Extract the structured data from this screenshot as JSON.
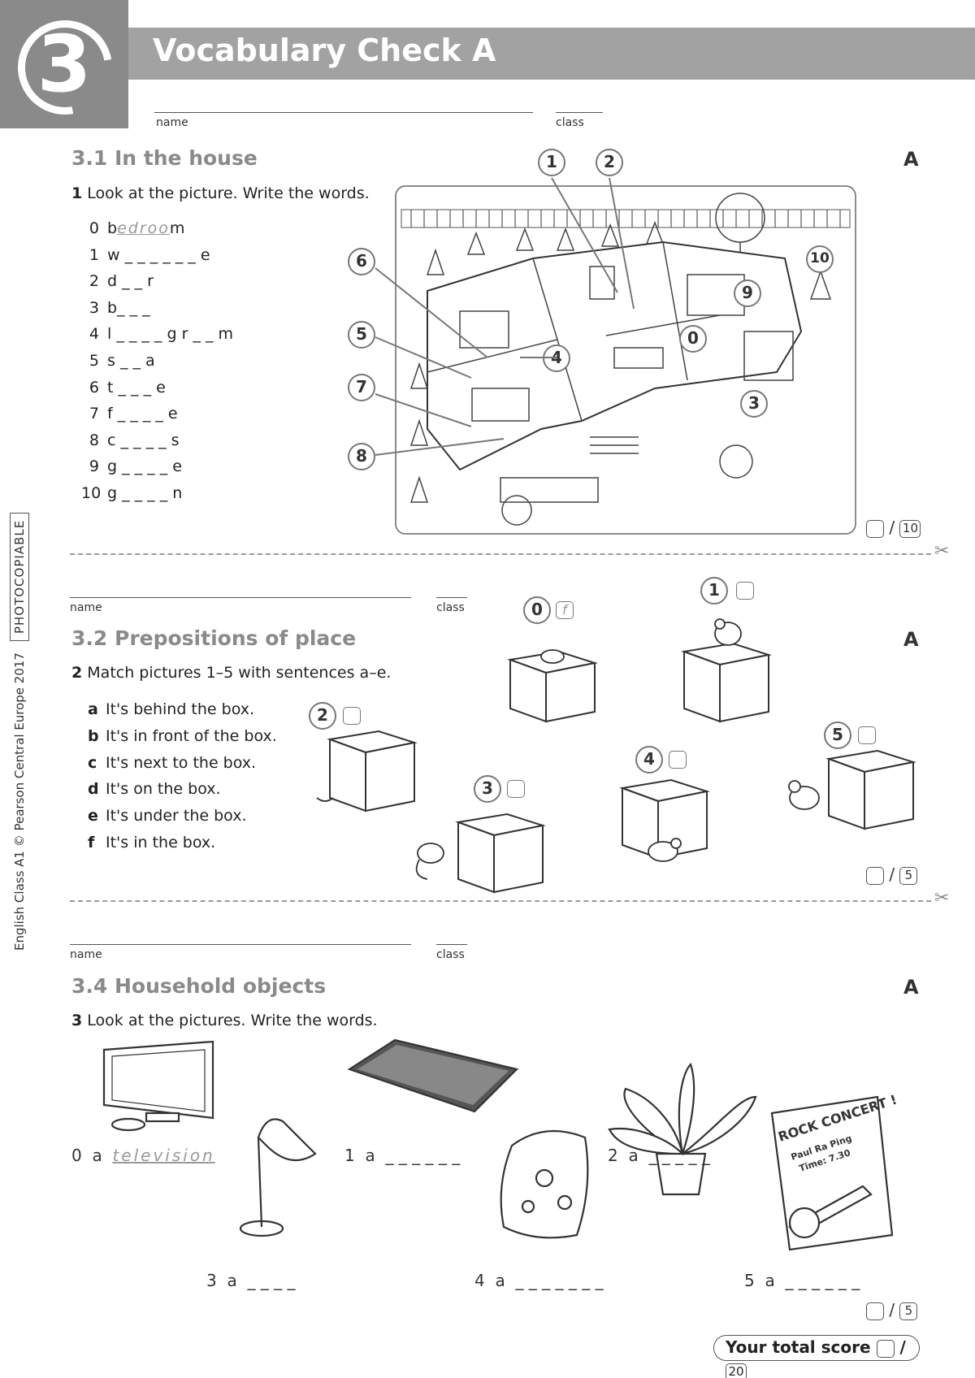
{
  "header": {
    "unit_number": "3",
    "title": "Vocabulary Check A",
    "name_label": "name",
    "class_label": "class"
  },
  "side": {
    "copyright": "English Class A1 © Pearson Central Europe 2017",
    "photocopiable": "PHOTOCOPIABLE"
  },
  "section1": {
    "title": "3.1  In the house",
    "version": "A",
    "instruction_num": "1",
    "instruction": "Look at the picture. Write the words.",
    "items": [
      {
        "num": "0",
        "pre": "b",
        "answer": "edroo",
        "post": "m"
      },
      {
        "num": "1",
        "text": "w _ _ _ _ _ _ e"
      },
      {
        "num": "2",
        "text": "d _ _ r"
      },
      {
        "num": "3",
        "text": "b_ _ _"
      },
      {
        "num": "4",
        "text": "l _ _ _ _ g r _ _ m"
      },
      {
        "num": "5",
        "text": "s _ _ a"
      },
      {
        "num": "6",
        "text": "t _ _ _ e"
      },
      {
        "num": "7",
        "text": "f _ _ _ _ e"
      },
      {
        "num": "8",
        "text": "c _ _ _ _ s"
      },
      {
        "num": "9",
        "text": "g _ _ _ _ e"
      },
      {
        "num": "10",
        "text": "g _ _ _ _ n"
      }
    ],
    "labels": [
      "0",
      "1",
      "2",
      "3",
      "4",
      "5",
      "6",
      "7",
      "8",
      "9",
      "10"
    ],
    "score_total": "10"
  },
  "section2": {
    "title": "3.2  Prepositions of place",
    "version": "A",
    "instruction_num": "2",
    "instruction": "Match pictures 1–5 with sentences a–e.",
    "sentences": [
      {
        "letter": "a",
        "text": "It's behind the box."
      },
      {
        "letter": "b",
        "text": "It's in front of the box."
      },
      {
        "letter": "c",
        "text": "It's next to the box."
      },
      {
        "letter": "d",
        "text": "It's on the box."
      },
      {
        "letter": "e",
        "text": "It's under the box."
      },
      {
        "letter": "f",
        "text": "It's in the box."
      }
    ],
    "example_answer": "f",
    "labels": [
      "0",
      "1",
      "2",
      "3",
      "4",
      "5"
    ],
    "score_total": "5"
  },
  "section3": {
    "title": "3.4  Household objects",
    "version": "A",
    "instruction_num": "3",
    "instruction": "Look at the pictures. Write the words.",
    "items": [
      {
        "num": "0",
        "art": "a",
        "answer": "television"
      },
      {
        "num": "1",
        "art": "a",
        "text": "_ _ _ _ _ _"
      },
      {
        "num": "2",
        "art": "a",
        "text": "_ _ _ _ _"
      },
      {
        "num": "3",
        "art": "a",
        "text": "_ _ _ _"
      },
      {
        "num": "4",
        "art": "a",
        "text": "_ _ _ _ _ _ _"
      },
      {
        "num": "5",
        "art": "a",
        "text": "_ _ _ _ _ _"
      }
    ],
    "poster_text": "ROCK CONCERT !",
    "poster_sub1": "Paul Ra Ping",
    "poster_sub2": "Time: 7.30",
    "score_total": "5"
  },
  "total": {
    "label": "Your total score",
    "max": "20"
  },
  "colors": {
    "header_gray": "#8a8a8a",
    "title_gray": "#a2a2a2",
    "example_gray": "#999999"
  }
}
